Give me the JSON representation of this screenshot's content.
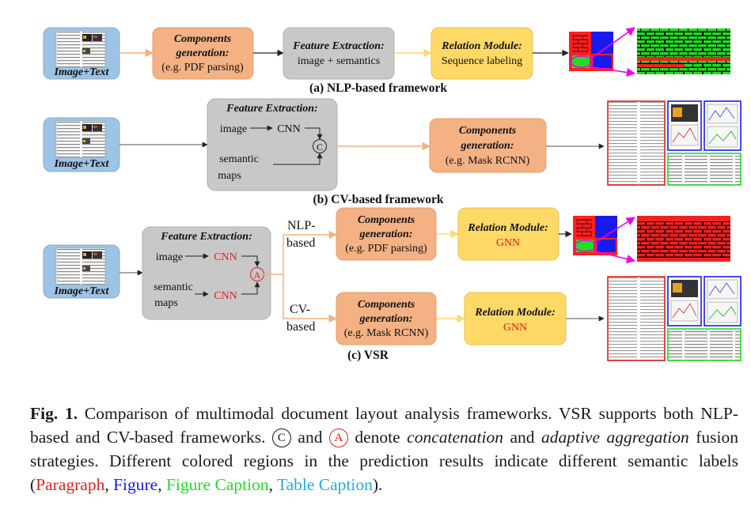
{
  "input_label": "Image+Text",
  "fa": {
    "title": "(a) NLP-based framework",
    "comp_l1": "Components",
    "comp_l2": "generation:",
    "comp_l3": "(e.g. PDF parsing)",
    "feat_l1": "Feature Extraction:",
    "feat_l2": "image + semantics",
    "rel_l1": "Relation Module:",
    "rel_l2": "Sequence labeling"
  },
  "fb": {
    "title": "(b) CV-based framework",
    "feat_title": "Feature Extraction:",
    "image": "image",
    "cnn": "CNN",
    "concat_symbol": "C",
    "sem_l1": "semantic",
    "sem_l2": "maps",
    "comp_l1": "Components",
    "comp_l2": "generation:",
    "comp_l3": "(e.g. Mask RCNN)"
  },
  "fc": {
    "title": "(c) VSR",
    "feat_title": "Feature Extraction:",
    "image": "image",
    "cnn": "CNN",
    "agg_symbol": "A",
    "sem_l1": "semantic",
    "sem_l2": "maps",
    "nlp_l1": "NLP-",
    "nlp_l2": "based",
    "cv_l1": "CV-",
    "cv_l2": "based",
    "top": {
      "comp_l1": "Components",
      "comp_l2": "generation:",
      "comp_l3": "(e.g. PDF parsing)",
      "rel_l1": "Relation Module:",
      "rel_l2": "GNN"
    },
    "bot": {
      "comp_l1": "Components",
      "comp_l2": "generation:",
      "comp_l3": "(e.g. Mask RCNN)",
      "rel_l1": "Relation Module:",
      "rel_l2": "GNN"
    }
  },
  "caption": {
    "fig_label": "Fig. 1.",
    "t1": " Comparison of multimodal document layout analysis frameworks. VSR supports both NLP-based and CV-based frameworks. ",
    "sym_c": "C",
    "t2": " and ",
    "sym_a": "A",
    "t3": " denote ",
    "concat": "concatenation",
    "t4": " and ",
    "adaptive": "adaptive aggregation",
    "t5": " fusion strategies. Different colored regions in the prediction results indicate different semantic labels (",
    "paragraph": "Paragraph",
    "sep1": ", ",
    "figure": "Figure",
    "sep2": ", ",
    "figure_caption": "Figure Caption",
    "sep3": ", ",
    "table_caption": "Table Caption",
    "end": ")."
  },
  "colors": {
    "input_blue": "#9dc3e6",
    "orange": "#f4b183",
    "gray": "#c8c8c8",
    "yellow": "#ffd966",
    "paragraph": "#e02020",
    "figure": "#1a1aee",
    "figure_caption": "#22dd22",
    "table_caption": "#22aadd",
    "magenta": "#ee00ee"
  }
}
